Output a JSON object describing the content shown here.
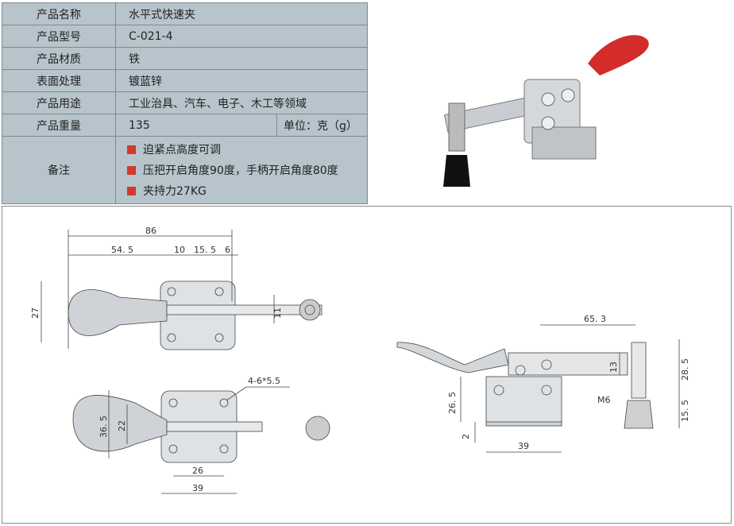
{
  "spec": {
    "rows": [
      {
        "label": "产品名称",
        "value": "水平式快速夹"
      },
      {
        "label": "产品型号",
        "value": "C-021-4"
      },
      {
        "label": "产品材质",
        "value": "铁"
      },
      {
        "label": "表面处理",
        "value": "镀蓝锌"
      },
      {
        "label": "产品用途",
        "value": "工业治具、汽车、电子、木工等领域"
      },
      {
        "label": "产品重量",
        "value": "135",
        "unit": "单位：克（g）"
      }
    ],
    "notes_label": "备注",
    "notes": [
      "迫紧点高度可调",
      "压把开启角度90度，手柄开启角度80度",
      "夹持力27KG"
    ],
    "accent": "#d23a2e"
  },
  "drawing": {
    "top_view": {
      "overall": "86",
      "handle": "54. 5",
      "d1": "10",
      "d2": "15. 5",
      "d3": "6",
      "height": "27",
      "arm": "11"
    },
    "bottom_view": {
      "holes": "4-6*5.5",
      "h1": "36. 5",
      "h2": "22",
      "w1": "26",
      "w2": "39"
    },
    "side_view": {
      "reach": "65. 3",
      "spindle": "13",
      "h1": "28. 5",
      "h2": "15. 5",
      "base_h": "26. 5",
      "thick": "2",
      "base_w": "39",
      "thread": "M6"
    }
  }
}
